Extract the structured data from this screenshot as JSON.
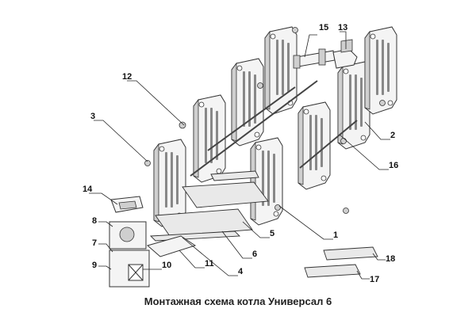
{
  "caption": "Монтажная схема котла Универсал 6",
  "labels": [
    {
      "id": "1",
      "text": "1"
    },
    {
      "id": "2",
      "text": "2"
    },
    {
      "id": "3",
      "text": "3"
    },
    {
      "id": "4",
      "text": "4"
    },
    {
      "id": "5",
      "text": "5"
    },
    {
      "id": "6",
      "text": "6"
    },
    {
      "id": "7",
      "text": "7"
    },
    {
      "id": "8",
      "text": "8"
    },
    {
      "id": "9",
      "text": "9"
    },
    {
      "id": "10",
      "text": "10"
    },
    {
      "id": "11",
      "text": "11"
    },
    {
      "id": "12",
      "text": "12"
    },
    {
      "id": "13",
      "text": "13"
    },
    {
      "id": "14",
      "text": "14"
    },
    {
      "id": "15",
      "text": "15"
    },
    {
      "id": "16",
      "text": "16"
    },
    {
      "id": "17",
      "text": "17"
    },
    {
      "id": "18",
      "text": "18"
    }
  ]
}
